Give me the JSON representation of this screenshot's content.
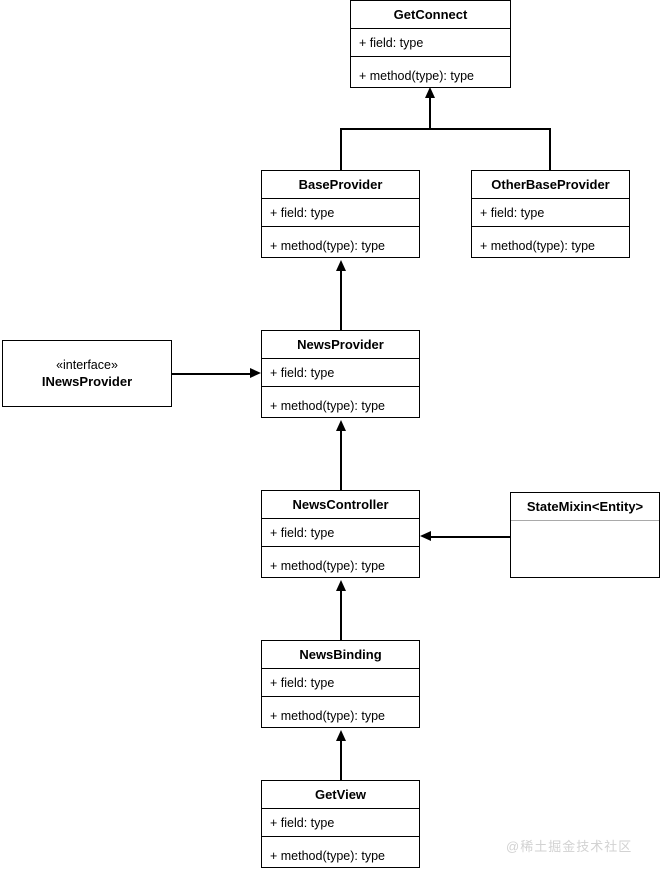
{
  "diagram": {
    "type": "uml-class-diagram",
    "background": "#ffffff",
    "line_color": "#000000",
    "watermark": "@稀土掘金技术社区",
    "watermark_color": "#d2d2d2"
  },
  "classes": {
    "get_connect": {
      "name": "GetConnect",
      "field": "+ field: type",
      "method": "+ method(type): type"
    },
    "base_provider": {
      "name": "BaseProvider",
      "field": "+ field: type",
      "method": "+ method(type): type"
    },
    "other_base_provider": {
      "name": "OtherBaseProvider",
      "field": "+ field: type",
      "method": "+ method(type): type"
    },
    "news_provider": {
      "name": "NewsProvider",
      "field": "+ field: type",
      "method": "+ method(type): type"
    },
    "news_controller": {
      "name": "NewsController",
      "field": "+ field: type",
      "method": "+ method(type): type"
    },
    "news_binding": {
      "name": "NewsBinding",
      "field": "+ field: type",
      "method": "+ method(type): type"
    },
    "get_view": {
      "name": "GetView",
      "field": "+ field: type",
      "method": "+ method(type): type"
    },
    "state_mixin": {
      "name": "StateMixin<Entity>"
    },
    "inews_provider": {
      "stereotype": "«interface»",
      "name": "INewsProvider"
    }
  },
  "relations": [
    {
      "from": "BaseProvider",
      "to": "GetConnect",
      "kind": "generalization"
    },
    {
      "from": "OtherBaseProvider",
      "to": "GetConnect",
      "kind": "generalization"
    },
    {
      "from": "NewsProvider",
      "to": "BaseProvider",
      "kind": "generalization"
    },
    {
      "from": "NewsController",
      "to": "NewsProvider",
      "kind": "generalization"
    },
    {
      "from": "NewsBinding",
      "to": "NewsController",
      "kind": "generalization"
    },
    {
      "from": "GetView",
      "to": "NewsBinding",
      "kind": "generalization"
    },
    {
      "from": "INewsProvider",
      "to": "NewsProvider",
      "kind": "association"
    },
    {
      "from": "StateMixin<Entity>",
      "to": "NewsController",
      "kind": "association"
    }
  ]
}
